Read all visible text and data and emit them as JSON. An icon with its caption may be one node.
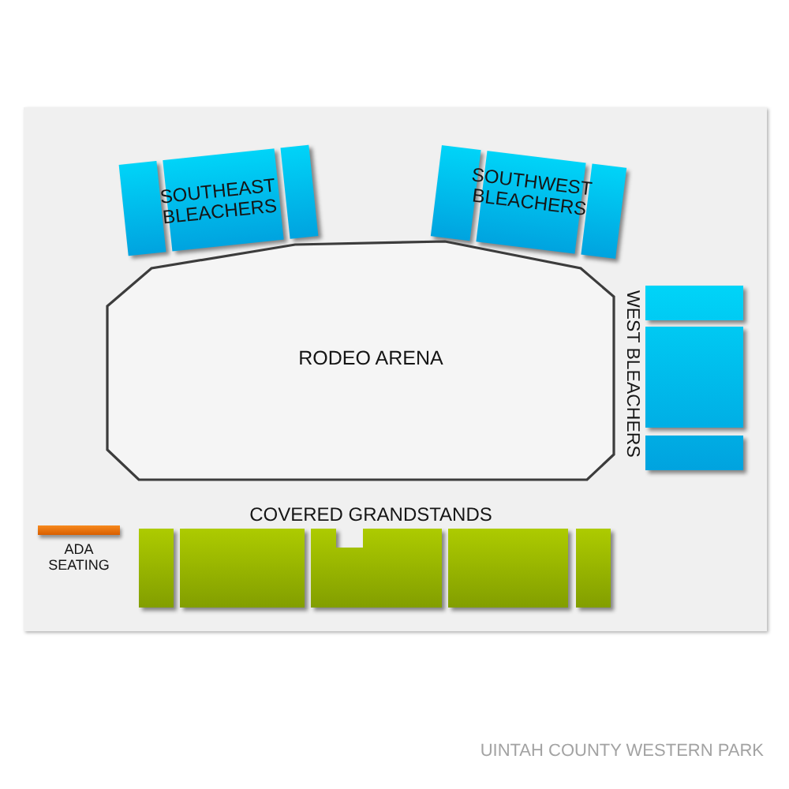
{
  "diagram": {
    "caption": "UINTAH COUNTY WESTERN PARK",
    "nodes": [
      {
        "text": [
          "SOUTHEAST BLEACHERS"
        ]
      },
      {
        "text": [
          "SOUTHWEST BLEACHERS"
        ]
      },
      {
        "text": [
          "RODEO ARENA"
        ]
      },
      {
        "text": [
          "WEST BLEACHERS"
        ]
      },
      {
        "text": [
          "COVERED GRANDSTANDS"
        ]
      },
      {
        "text": [
          "ADA SEATING"
        ]
      }
    ]
  }
}
